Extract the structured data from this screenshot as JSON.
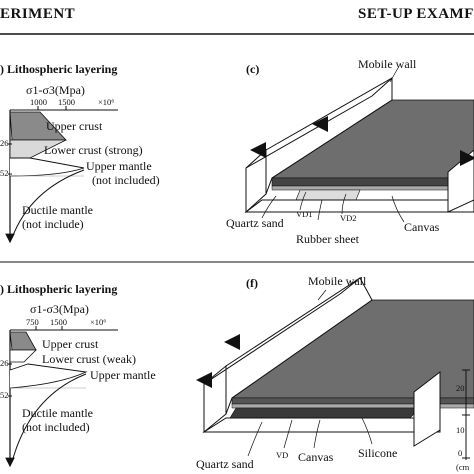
{
  "header": {
    "left": "ERIMENT",
    "right": "SET-UP EXAMF"
  },
  "top": {
    "panel_label": ") Lithospheric layering",
    "stress_label": "σ1-σ3(Mpa)",
    "ticks": [
      "1000",
      "1500"
    ],
    "ticks_unit": "×10⁶",
    "depth_ticks": [
      "26",
      "52"
    ],
    "layers": [
      "Upper crust",
      "Lower crust (strong)",
      "Upper mantle",
      "(not included)",
      "Ductile mantle",
      "(not include)"
    ],
    "setup_label": "(c)",
    "mobile_wall": "Mobile wall",
    "quartz_sand": "Quartz sand",
    "vd1": "VD1",
    "vd2": "VD2",
    "rubber_sheet": "Rubber sheet",
    "canvas": "Canvas"
  },
  "bottom": {
    "panel_label": ") Lithospheric layering",
    "stress_label": "σ1-σ3(Mpa)",
    "ticks": [
      "750",
      "1500"
    ],
    "ticks_unit": "×10⁶",
    "depth_ticks": [
      "26",
      "52"
    ],
    "layers": [
      "Upper crust",
      "Lower crust (weak)",
      "Upper mantle",
      "Ductile mantle",
      "(not included)"
    ],
    "setup_label": "(f)",
    "mobile_wall": "Mobile wall",
    "quartz_sand": "Quartz sand",
    "vd": "VD",
    "canvas": "Canvas",
    "silicone": "Silicone",
    "scale_labels": [
      "20",
      "10",
      "0",
      "(cm"
    ]
  },
  "colors": {
    "upper_crust": "#8a8a8a",
    "lower_crust_strong": "#d9d9d9",
    "plate": "#6e6e6e",
    "silicone": "#3a3a3a"
  }
}
